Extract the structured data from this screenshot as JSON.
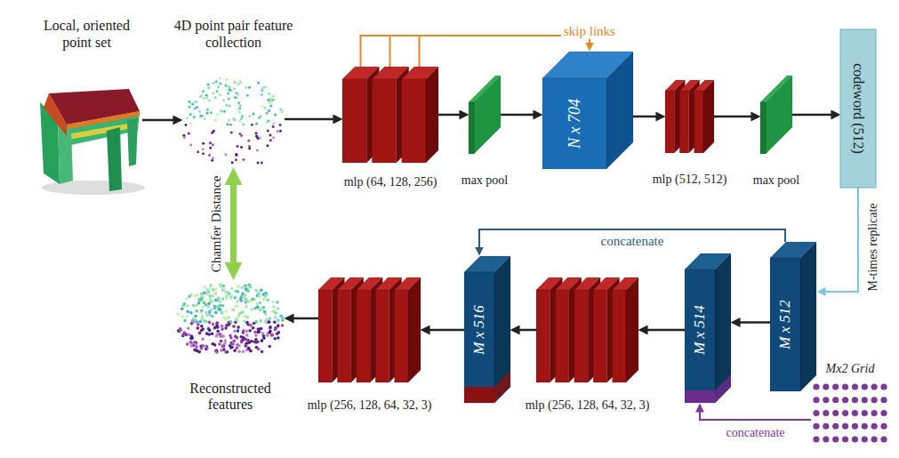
{
  "diagram": {
    "nodes": [
      {
        "text": [
          "Local, oriented point set"
        ]
      },
      {
        "text": [
          "4D point pair feature collection"
        ]
      },
      {
        "text": [
          "mlp (64, 128, 256)"
        ]
      },
      {
        "text": [
          "max pool"
        ]
      },
      {
        "text": [
          "N x 704"
        ]
      },
      {
        "text": [
          "mlp (512, 512)"
        ]
      },
      {
        "text": [
          "max pool"
        ]
      },
      {
        "text": [
          "codeword (512)"
        ]
      },
      {
        "text": [
          "M x 512"
        ]
      },
      {
        "text": [
          "M x 514"
        ]
      },
      {
        "text": [
          "mlp (256, 128, 64, 32, 3)"
        ]
      },
      {
        "text": [
          "M x 516"
        ]
      },
      {
        "text": [
          "mlp (256, 128, 64, 32, 3)"
        ]
      },
      {
        "text": [
          "Reconstructed features"
        ]
      },
      {
        "text": [
          "Mx2 Grid"
        ]
      }
    ],
    "edges": [
      {
        "from": 0,
        "to": 1,
        "arrow": "to"
      },
      {
        "from": 1,
        "to": 2,
        "arrow": "to"
      },
      {
        "from": 2,
        "to": 3,
        "arrow": "to"
      },
      {
        "from": 3,
        "to": 4,
        "arrow": "to"
      },
      {
        "from": 4,
        "to": 5,
        "arrow": "to"
      },
      {
        "from": 5,
        "to": 6,
        "arrow": "to"
      },
      {
        "from": 6,
        "to": 7,
        "arrow": "to"
      },
      {
        "from": 7,
        "to": 8,
        "label": "M-times replicate",
        "arrow": "to"
      },
      {
        "from": 8,
        "to": 9,
        "arrow": "to"
      },
      {
        "from": 9,
        "to": 10,
        "arrow": "to"
      },
      {
        "from": 10,
        "to": 11,
        "arrow": "to"
      },
      {
        "from": 11,
        "to": 12,
        "arrow": "to"
      },
      {
        "from": 12,
        "to": 13,
        "arrow": "to"
      },
      {
        "from": 8,
        "to": 11,
        "label": "concatenate",
        "arrow": "to"
      },
      {
        "from": 14,
        "to": 9,
        "label": "concatenate",
        "arrow": "to"
      },
      {
        "from": 2,
        "to": 4,
        "label": "skip links",
        "arrow": "to"
      },
      {
        "from": 1,
        "to": 13,
        "label": "Chamfer Distance",
        "arrow": "both"
      }
    ]
  }
}
